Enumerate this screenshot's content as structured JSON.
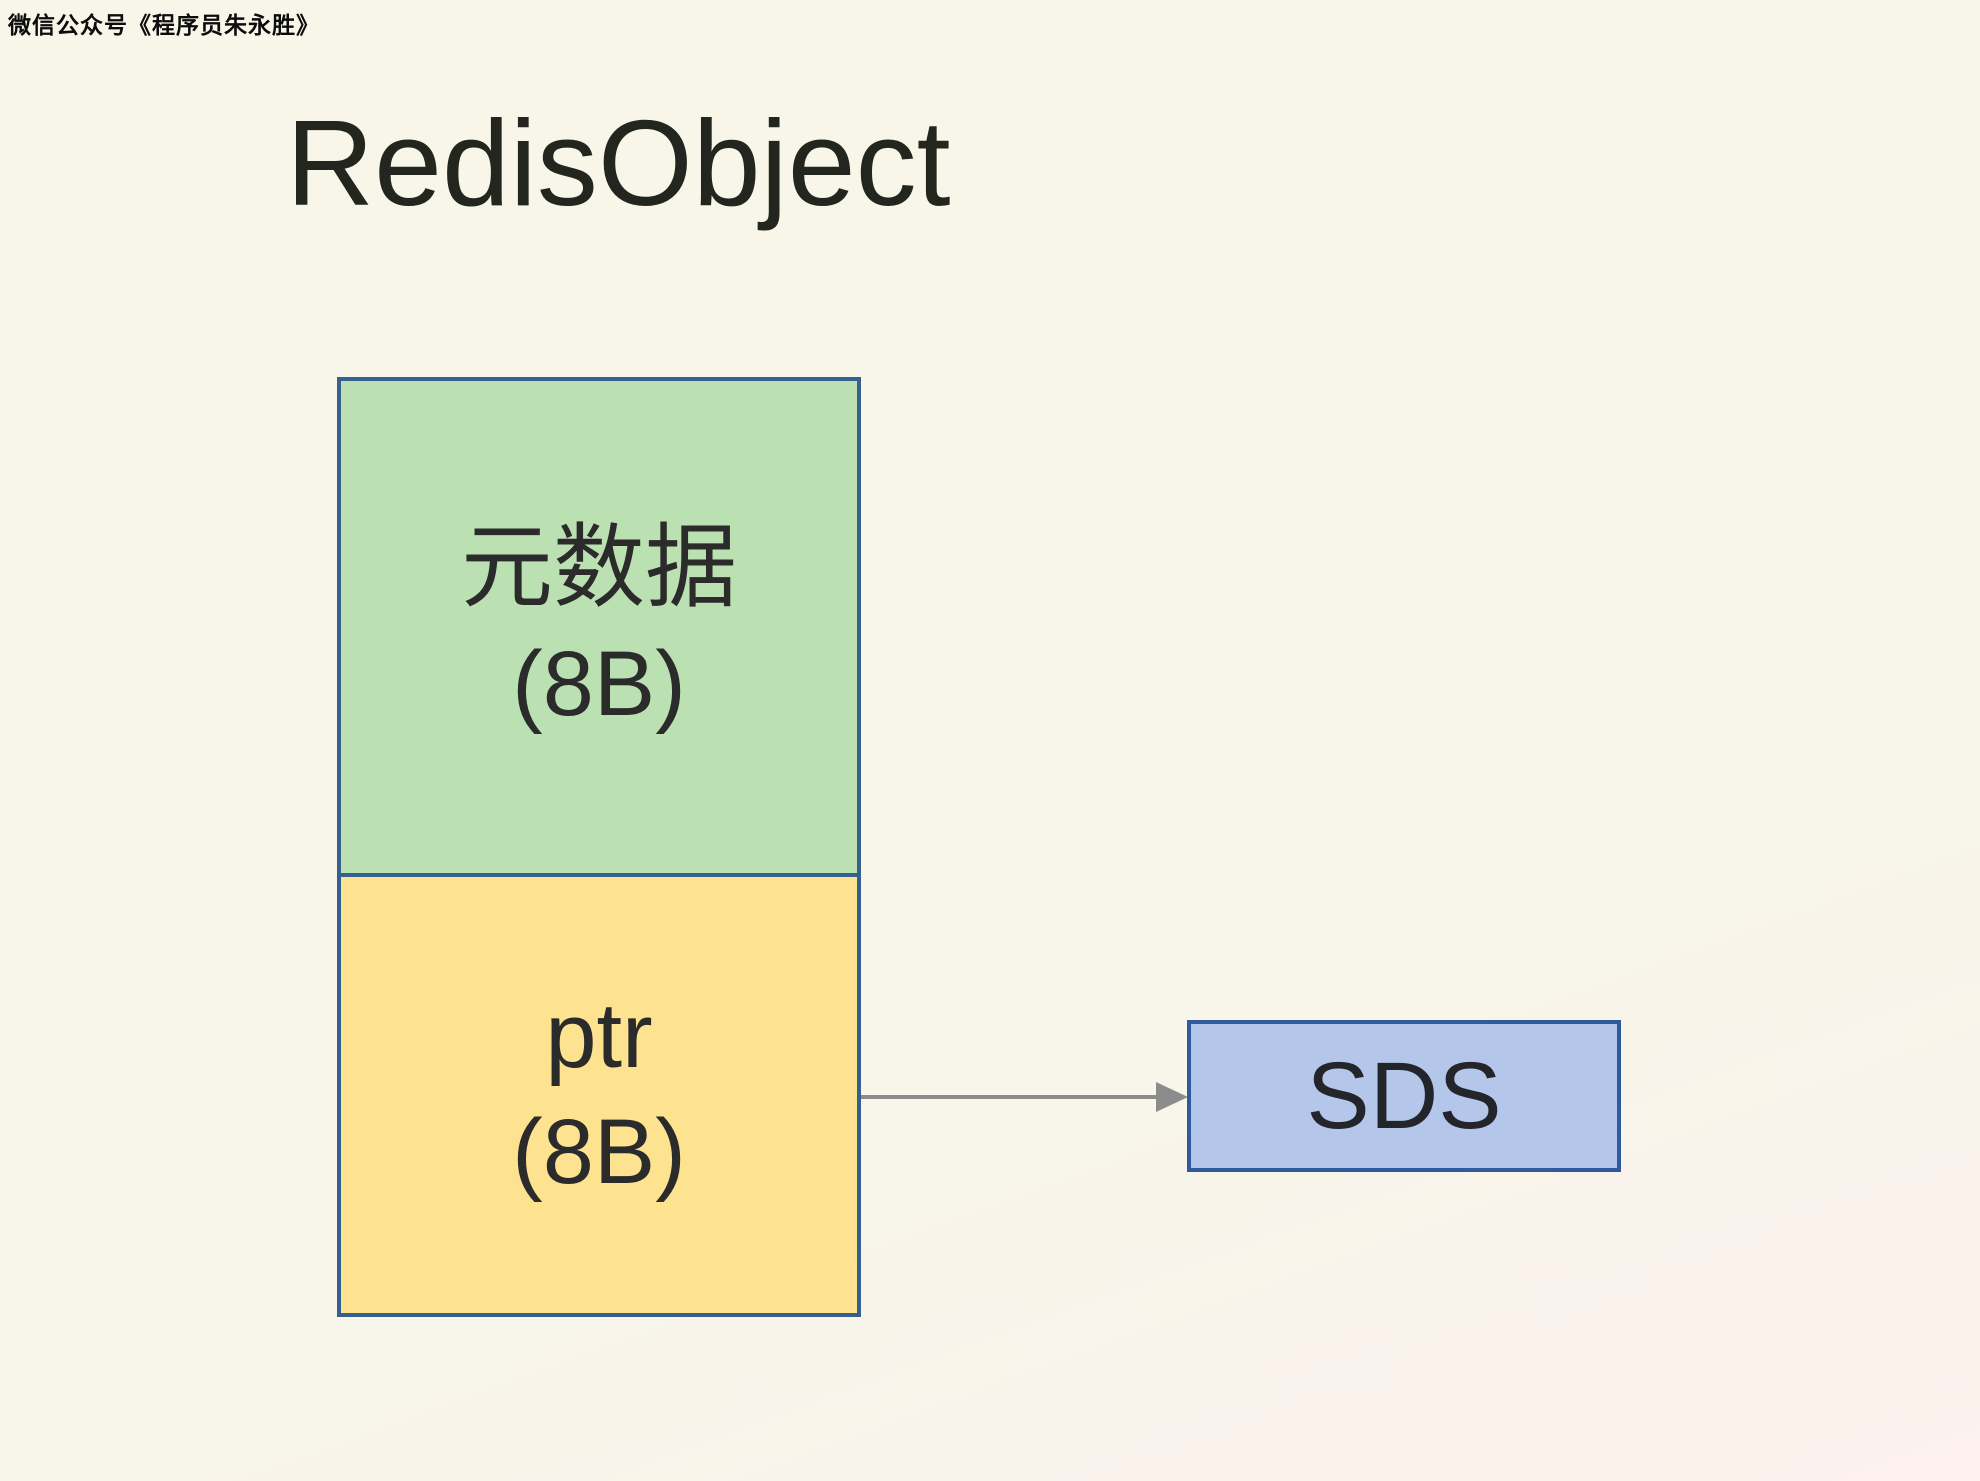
{
  "watermark": "微信公众号《程序员朱永胜》",
  "title": "RedisObject",
  "diagram": {
    "redis_object_box": {
      "border_color": "#35608f",
      "cells": [
        {
          "name": "metadata",
          "line1": "元数据",
          "line2": "(8B)",
          "fill": "#bbe1b2"
        },
        {
          "name": "ptr",
          "line1": "ptr",
          "line2": "(8B)",
          "fill": "#fde28f"
        }
      ]
    },
    "arrow": {
      "from": "ptr",
      "to": "SDS",
      "color": "#8c8c8c"
    },
    "sds_box": {
      "label": "SDS",
      "fill": "#b4c6e9",
      "border_color": "#2f5b9d"
    }
  },
  "colors": {
    "background_top": "#f7f6e9",
    "background_bottom": "#fdf2ed",
    "text": "#2b2b2b"
  }
}
